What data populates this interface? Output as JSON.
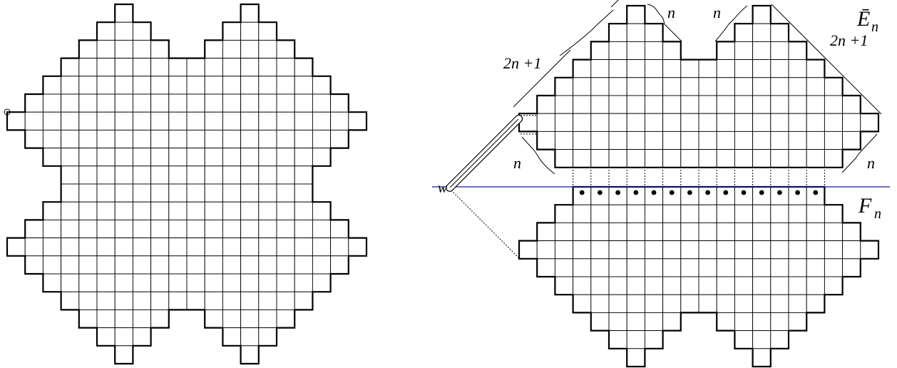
{
  "labels": {
    "two_n_plus_one_left": "2n +1",
    "two_n_plus_one_right": "2n +1",
    "n_top_left": "n",
    "n_top_right": "n",
    "n_mid_left": "n",
    "n_mid_right": "n",
    "e_label": "Ē",
    "e_sub": "n",
    "f_label": "F",
    "f_sub": "n",
    "w_label": "w"
  },
  "colors": {
    "divider": "#1a1aa6",
    "stroke": "#000000"
  }
}
